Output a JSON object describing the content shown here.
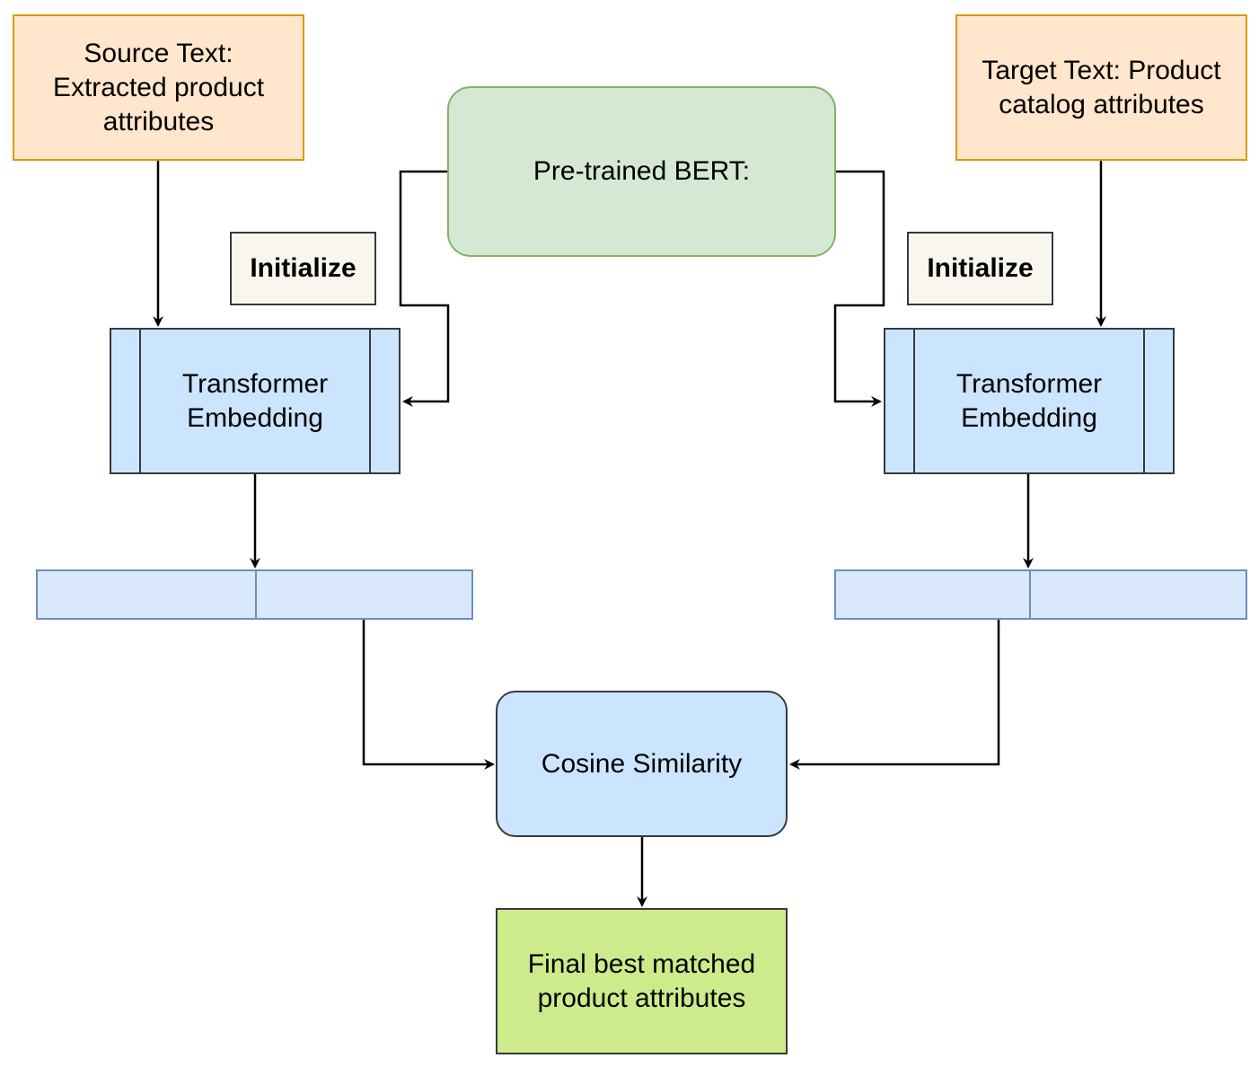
{
  "nodes": {
    "source_text": "Source Text:\nExtracted product\nattributes",
    "target_text": "Target Text: Product\ncatalog attributes",
    "pretrained_bert": "Pre-trained BERT:",
    "initialize_left": "Initialize",
    "initialize_right": "Initialize",
    "transformer_left": "Transformer\nEmbedding",
    "transformer_right": "Transformer\nEmbedding",
    "cosine_similarity": "Cosine Similarity",
    "final_output": "Final best matched\nproduct attributes"
  },
  "colors": {
    "source_fill": "#ffe6cc",
    "source_border": "#d79b00",
    "bert_fill": "#d5e8d4",
    "bert_border": "#82b366",
    "initialize_fill": "#f9f7ed",
    "transformer_fill": "#cce5ff",
    "vector_fill": "#dae8fc",
    "vector_border": "#6c8ebf",
    "final_fill": "#cdeb8b",
    "edge": "#000000"
  },
  "edges": [
    {
      "from": "source_text",
      "to": "transformer_left"
    },
    {
      "from": "target_text",
      "to": "transformer_right"
    },
    {
      "from": "pretrained_bert",
      "to": "transformer_left"
    },
    {
      "from": "pretrained_bert",
      "to": "transformer_right"
    },
    {
      "from": "transformer_left",
      "to": "vector_left"
    },
    {
      "from": "transformer_right",
      "to": "vector_right"
    },
    {
      "from": "vector_left",
      "to": "cosine_similarity"
    },
    {
      "from": "vector_right",
      "to": "cosine_similarity"
    },
    {
      "from": "cosine_similarity",
      "to": "final_output"
    }
  ]
}
